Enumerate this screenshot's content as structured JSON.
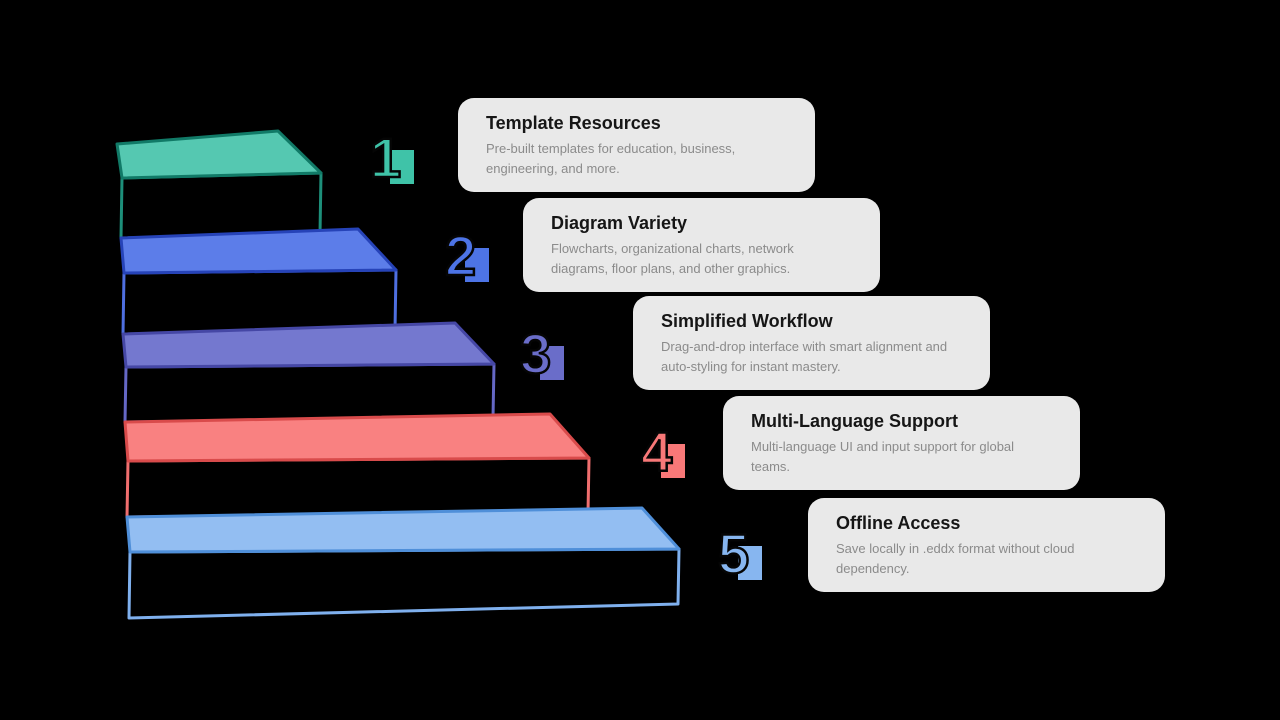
{
  "canvas": {
    "background": "#000000",
    "card_background": "#e9e9e9",
    "title_color": "#161616",
    "description_color": "#8b8b8b"
  },
  "steps": [
    {
      "number": "1",
      "title": "Template Resources",
      "description": "Pre-built templates for education, business, engineering, and more.",
      "color": "#55c8b1"
    },
    {
      "number": "2",
      "title": "Diagram Variety",
      "description": "Flowcharts, organizational charts, network diagrams, floor plans, and other graphics.",
      "color": "#5c7de9"
    },
    {
      "number": "3",
      "title": "Simplified Workflow",
      "description": "Drag-and-drop interface with smart alignment and auto-styling for instant mastery.",
      "color": "#7478cf"
    },
    {
      "number": "4",
      "title": "Multi-Language Support",
      "description": "Multi-language UI and input support for global teams.",
      "color": "#f98181"
    },
    {
      "number": "5",
      "title": "Offline Access",
      "description": "Save locally in .eddx format without cloud dependency.",
      "color": "#93bef2"
    }
  ]
}
